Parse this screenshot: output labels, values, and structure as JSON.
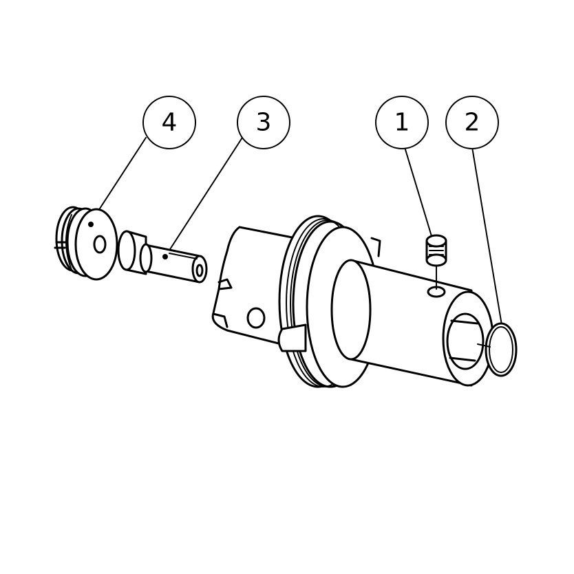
{
  "callouts": [
    {
      "label": "4"
    },
    {
      "label": "3"
    },
    {
      "label": "1"
    },
    {
      "label": "2"
    }
  ]
}
